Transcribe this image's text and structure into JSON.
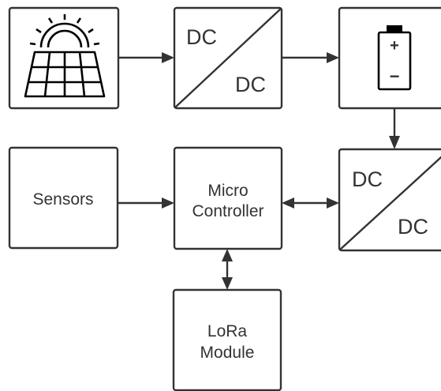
{
  "diagram": {
    "blocks": {
      "solar_panel": {
        "icon": "solar-panel-icon"
      },
      "dc_dc_top": {
        "input_label": "DC",
        "output_label": "DC"
      },
      "battery": {
        "icon": "battery-icon",
        "plus": "+",
        "minus": "−"
      },
      "sensors": {
        "label": "Sensors"
      },
      "microcontroller": {
        "label_line1": "Micro",
        "label_line2": "Controller"
      },
      "dc_dc_right": {
        "input_label": "DC",
        "output_label": "DC"
      },
      "lora": {
        "label_line1": "LoRa",
        "label_line2": "Module"
      }
    },
    "connections": [
      {
        "from": "solar_panel",
        "to": "dc_dc_top",
        "direction": "one-way"
      },
      {
        "from": "dc_dc_top",
        "to": "battery",
        "direction": "one-way"
      },
      {
        "from": "battery",
        "to": "dc_dc_right",
        "direction": "one-way"
      },
      {
        "from": "sensors",
        "to": "microcontroller",
        "direction": "one-way"
      },
      {
        "from": "microcontroller",
        "to": "dc_dc_right",
        "direction": "two-way"
      },
      {
        "from": "microcontroller",
        "to": "lora",
        "direction": "two-way"
      }
    ],
    "colors": {
      "stroke": "#333333",
      "icon": "#000000",
      "background": "#ffffff"
    }
  }
}
